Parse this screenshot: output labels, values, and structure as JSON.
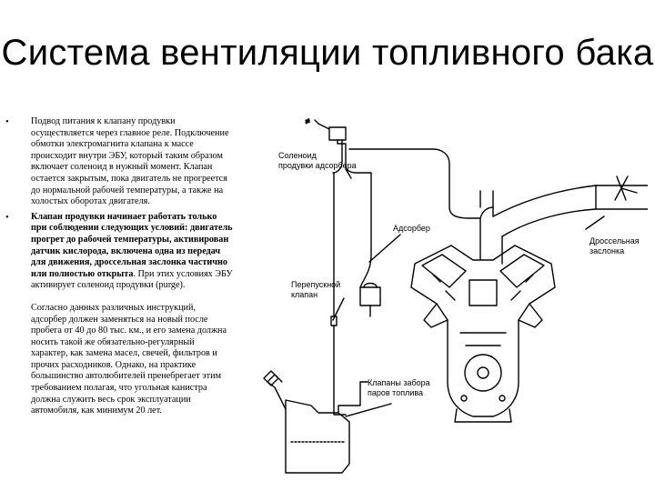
{
  "slide": {
    "title": "Система вентиляции топливного бака",
    "bullets": [
      {
        "mark": "•",
        "text": "Подвод питания к клапану продувки осуществляется через главное реле. Подключение обмотки электромагнита клапана к массе происходит внутри ЭБУ, который таким образом включает соленоид в нужный момент. Клапан остается закрытым, пока двигатель не прогреется до нормальной рабочей температуры, а также на холостых оборотах двигателя."
      },
      {
        "mark": "•",
        "bold_text": "Клапан продувки начинает работать только при соблюдении следующих условий: двигатель прогрет до рабочей температуры, активирован датчик кислорода, включена одна из передач для движения, дроссельная заслонка частично или полностью открыта",
        "tail_text": ". При этих условиях ЭБУ активирует соленоид продувки (purge).",
        "extra_text": "Согласно данных различных инструкций, адсорбер должен заменяться на новый после пробега от 40 до 80 тыс. км., и его замена должна носить такой же обязательно-регулярный характер, как замена масел, свечей, фильтров и прочих расходников. Однако, на практике большинство автолюбителей пренебрегает этим требованием полагая, что угольная канистра должна служить весь срок эксплуатации автомобиля, как минимум 20 лет."
      }
    ]
  },
  "diagram": {
    "labels": {
      "solenoid": "Соленоид\nпродувки адсорбера",
      "adsorber": "Адсорбер",
      "throttle": "Дроссельная\nзаслонка",
      "bypass": "Перепускной\nклапан",
      "vapor_valves": "Клапаны забора\nпаров топлива"
    }
  }
}
